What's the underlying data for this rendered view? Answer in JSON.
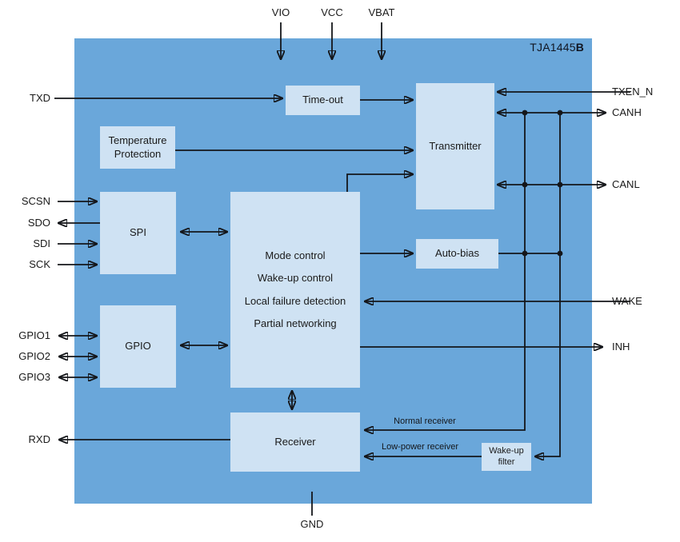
{
  "diagram": {
    "title": {
      "prefix": "TJA1445",
      "suffix": "B"
    },
    "colors": {
      "chip_fill": "#6aa7da",
      "block_fill": "#cfe2f3",
      "wire": "#14161a",
      "background": "#ffffff",
      "text": "#1a1a1a"
    },
    "blocks": {
      "timeout": {
        "label": "Time-out"
      },
      "temperature_protection": {
        "lines": [
          "Temperature",
          "Protection"
        ]
      },
      "transmitter": {
        "label": "Transmitter"
      },
      "spi": {
        "label": "SPI"
      },
      "mode_control": {
        "lines": [
          "Mode control",
          "Wake-up control",
          "Local failure detection",
          "Partial networking"
        ]
      },
      "auto_bias": {
        "label": "Auto-bias"
      },
      "gpio": {
        "label": "GPIO"
      },
      "receiver": {
        "label": "Receiver"
      },
      "wakeup_filter": {
        "lines": [
          "Wake-up",
          "filter"
        ]
      }
    },
    "pins": {
      "top": [
        {
          "label": "VIO"
        },
        {
          "label": "VCC"
        },
        {
          "label": "VBAT"
        }
      ],
      "left": [
        {
          "label": "TXD"
        },
        {
          "label": "SCSN"
        },
        {
          "label": "SDO"
        },
        {
          "label": "SDI"
        },
        {
          "label": "SCK"
        },
        {
          "label": "GPIO1"
        },
        {
          "label": "GPIO2"
        },
        {
          "label": "GPIO3"
        },
        {
          "label": "RXD"
        }
      ],
      "right": [
        {
          "label": "TXEN_N"
        },
        {
          "label": "CANH"
        },
        {
          "label": "CANL"
        },
        {
          "label": "WAKE"
        },
        {
          "label": "INH"
        }
      ],
      "bottom": [
        {
          "label": "GND"
        }
      ]
    },
    "annotations": {
      "normal_receiver": "Normal receiver",
      "low_power_receiver": "Low-power receiver"
    }
  }
}
